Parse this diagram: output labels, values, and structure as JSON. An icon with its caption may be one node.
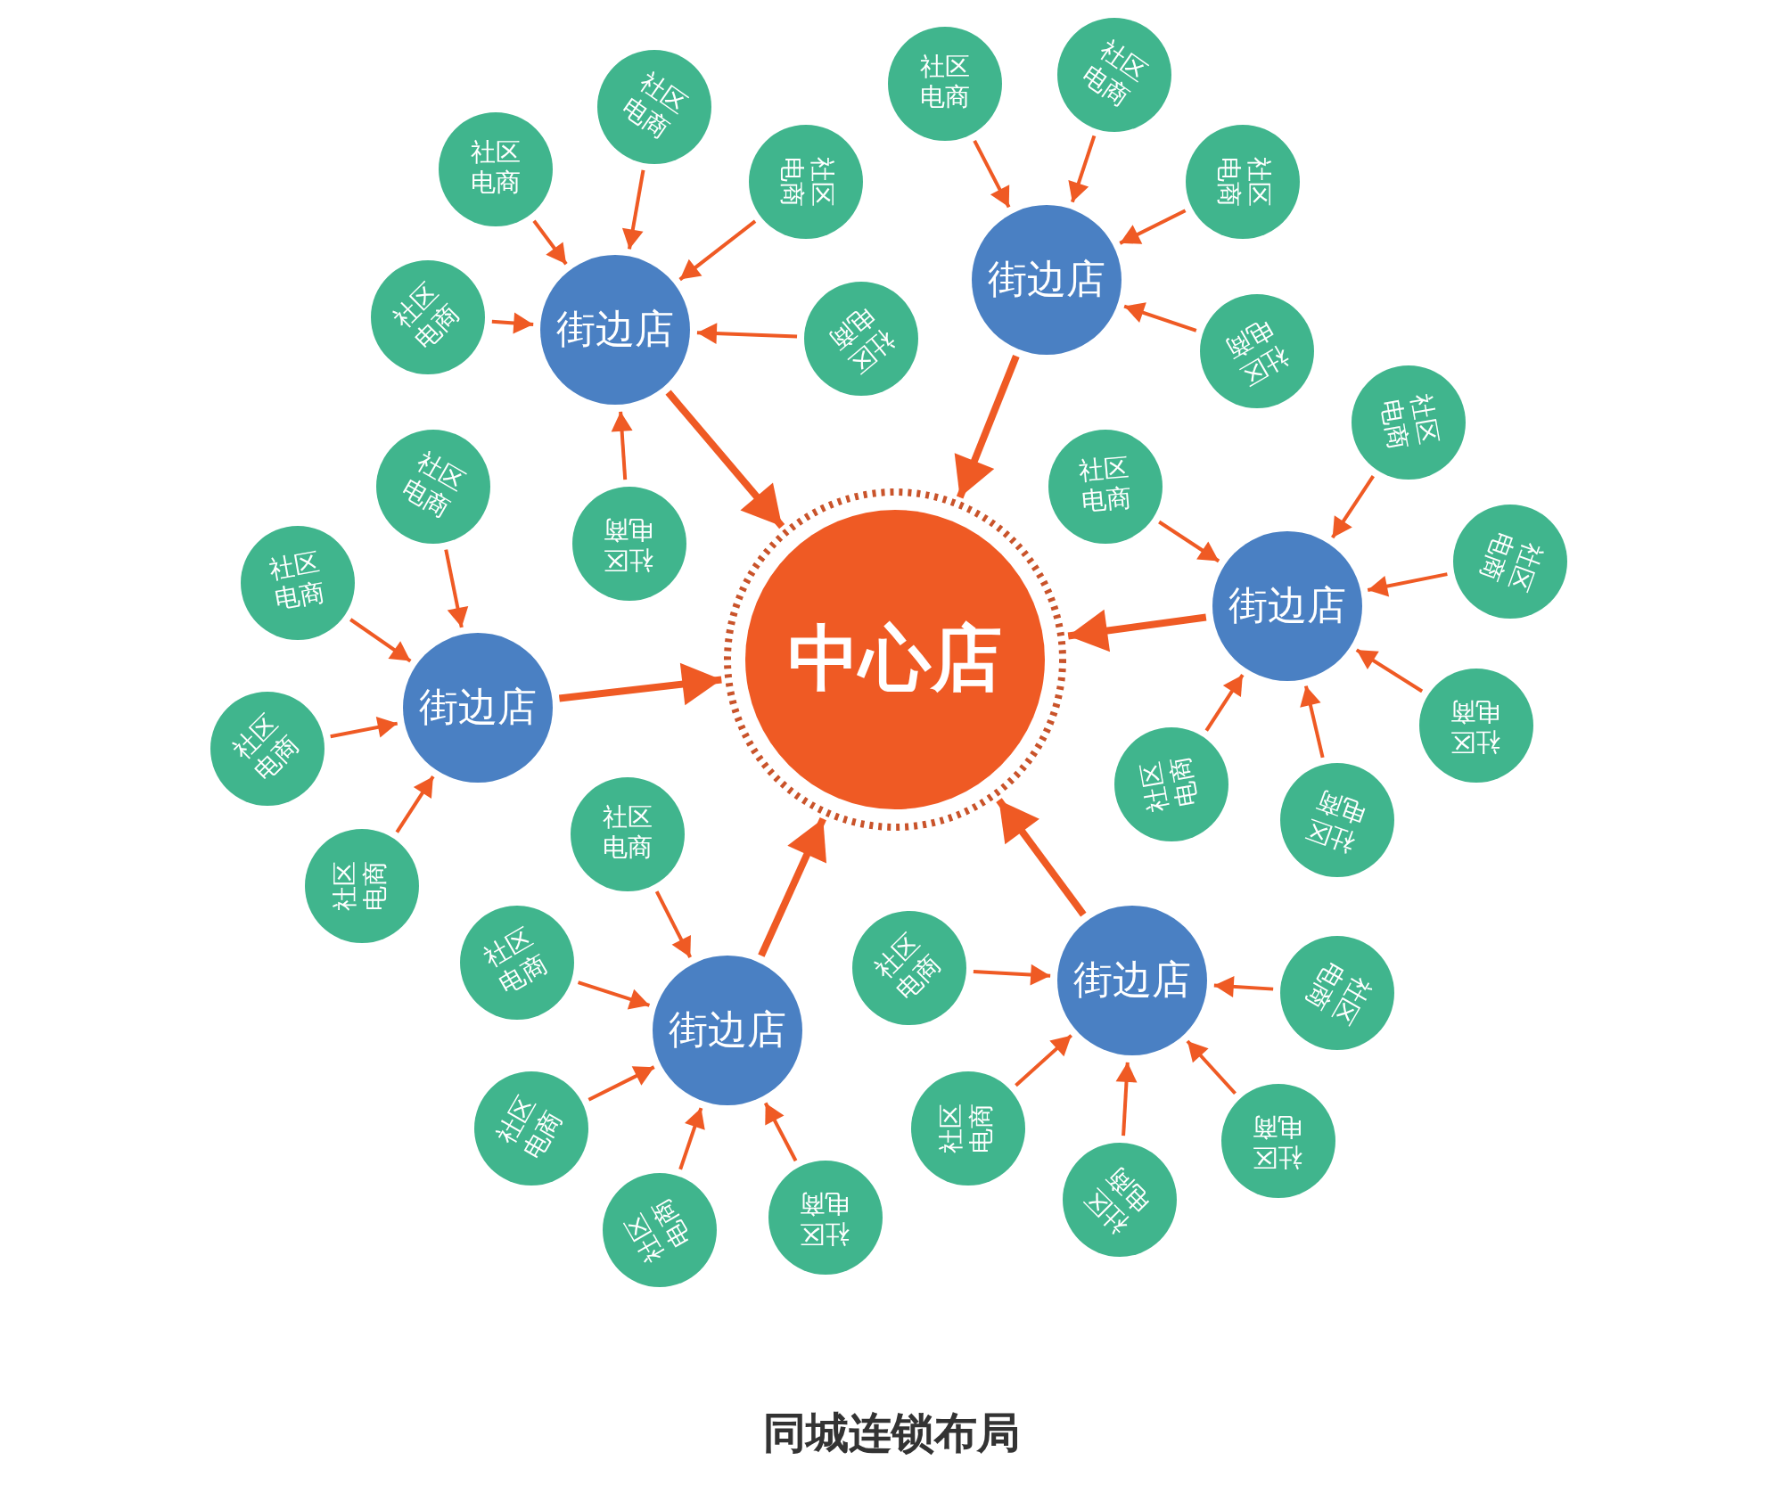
{
  "diagram": {
    "caption": "同城连锁布局",
    "nodes": [
      {
        "text": [
          "中心店"
        ]
      },
      {
        "text": [
          "街边店"
        ]
      },
      {
        "text": [
          "街边店"
        ]
      },
      {
        "text": [
          "街边店"
        ]
      },
      {
        "text": [
          "街边店"
        ]
      },
      {
        "text": [
          "街边店"
        ]
      },
      {
        "text": [
          "街边店"
        ]
      },
      {
        "text": [
          "社区电商"
        ]
      },
      {
        "text": [
          "社区电商"
        ]
      },
      {
        "text": [
          "社区电商"
        ]
      },
      {
        "text": [
          "社区电商"
        ]
      },
      {
        "text": [
          "社区电商"
        ]
      },
      {
        "text": [
          "社区电商"
        ]
      },
      {
        "text": [
          "社区电商"
        ]
      },
      {
        "text": [
          "社区电商"
        ]
      },
      {
        "text": [
          "社区电商"
        ]
      },
      {
        "text": [
          "社区电商"
        ]
      },
      {
        "text": [
          "社区电商"
        ]
      },
      {
        "text": [
          "社区电商"
        ]
      },
      {
        "text": [
          "社区电商"
        ]
      },
      {
        "text": [
          "社区电商"
        ]
      },
      {
        "text": [
          "社区电商"
        ]
      },
      {
        "text": [
          "社区电商"
        ]
      },
      {
        "text": [
          "社区电商"
        ]
      },
      {
        "text": [
          "社区电商"
        ]
      },
      {
        "text": [
          "社区电商"
        ]
      },
      {
        "text": [
          "社区电商"
        ]
      },
      {
        "text": [
          "社区电商"
        ]
      },
      {
        "text": [
          "社区电商"
        ]
      },
      {
        "text": [
          "社区电商"
        ]
      },
      {
        "text": [
          "社区电商"
        ]
      },
      {
        "text": [
          "社区电商"
        ]
      },
      {
        "text": [
          "社区电商"
        ]
      },
      {
        "text": [
          "社区电商"
        ]
      },
      {
        "text": [
          "社区电商"
        ]
      },
      {
        "text": [
          "社区电商"
        ]
      },
      {
        "text": [
          "社区电商"
        ]
      }
    ],
    "edges": [
      {
        "from": 1,
        "to": 0,
        "arrow": "to",
        "style": "thick"
      },
      {
        "from": 2,
        "to": 0,
        "arrow": "to",
        "style": "thick"
      },
      {
        "from": 3,
        "to": 0,
        "arrow": "to",
        "style": "thick"
      },
      {
        "from": 4,
        "to": 0,
        "arrow": "to",
        "style": "thick"
      },
      {
        "from": 5,
        "to": 0,
        "arrow": "to",
        "style": "thick"
      },
      {
        "from": 6,
        "to": 0,
        "arrow": "to",
        "style": "thick"
      },
      {
        "from": 7,
        "to": 1,
        "arrow": "to"
      },
      {
        "from": 8,
        "to": 1,
        "arrow": "to"
      },
      {
        "from": 9,
        "to": 1,
        "arrow": "to"
      },
      {
        "from": 10,
        "to": 1,
        "arrow": "to"
      },
      {
        "from": 11,
        "to": 1,
        "arrow": "to"
      },
      {
        "from": 12,
        "to": 1,
        "arrow": "to"
      },
      {
        "from": 13,
        "to": 2,
        "arrow": "to"
      },
      {
        "from": 14,
        "to": 2,
        "arrow": "to"
      },
      {
        "from": 15,
        "to": 2,
        "arrow": "to"
      },
      {
        "from": 16,
        "to": 2,
        "arrow": "to"
      },
      {
        "from": 17,
        "to": 3,
        "arrow": "to"
      },
      {
        "from": 18,
        "to": 3,
        "arrow": "to"
      },
      {
        "from": 19,
        "to": 3,
        "arrow": "to"
      },
      {
        "from": 20,
        "to": 3,
        "arrow": "to"
      },
      {
        "from": 21,
        "to": 3,
        "arrow": "to"
      },
      {
        "from": 22,
        "to": 3,
        "arrow": "to"
      },
      {
        "from": 23,
        "to": 4,
        "arrow": "to"
      },
      {
        "from": 24,
        "to": 4,
        "arrow": "to"
      },
      {
        "from": 25,
        "to": 4,
        "arrow": "to"
      },
      {
        "from": 26,
        "to": 4,
        "arrow": "to"
      },
      {
        "from": 27,
        "to": 5,
        "arrow": "to"
      },
      {
        "from": 28,
        "to": 5,
        "arrow": "to"
      },
      {
        "from": 29,
        "to": 5,
        "arrow": "to"
      },
      {
        "from": 30,
        "to": 5,
        "arrow": "to"
      },
      {
        "from": 31,
        "to": 5,
        "arrow": "to"
      },
      {
        "from": 32,
        "to": 6,
        "arrow": "to"
      },
      {
        "from": 33,
        "to": 6,
        "arrow": "to"
      },
      {
        "from": 34,
        "to": 6,
        "arrow": "to"
      },
      {
        "from": 35,
        "to": 6,
        "arrow": "to"
      },
      {
        "from": 36,
        "to": 6,
        "arrow": "to"
      }
    ]
  }
}
